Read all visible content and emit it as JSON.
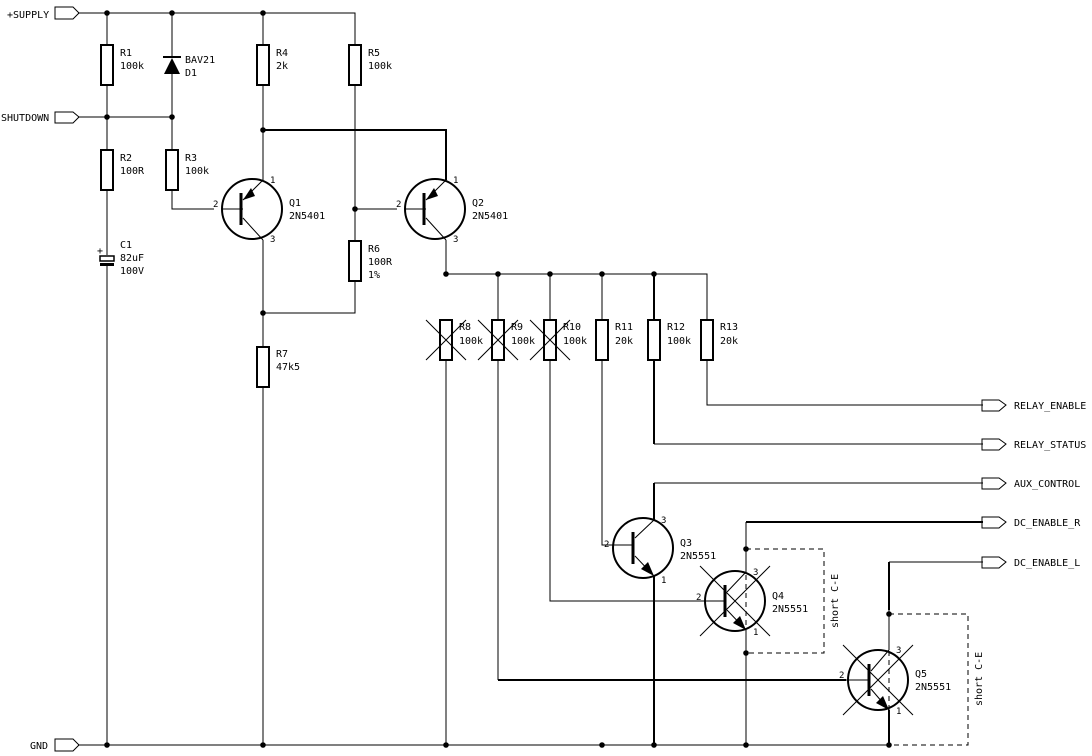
{
  "ports": {
    "supply": "+SUPPLY",
    "shutdown": "SHUTDOWN",
    "gnd": "GND",
    "relay_enable": "RELAY_ENABLE",
    "relay_status": "RELAY_STATUS",
    "aux_control": "AUX_CONTROL",
    "dc_enable_r": "DC_ENABLE_R",
    "dc_enable_l": "DC_ENABLE_L"
  },
  "resistors": {
    "r1": {
      "ref": "R1",
      "value": "100k"
    },
    "r2": {
      "ref": "R2",
      "value": "100R"
    },
    "r3": {
      "ref": "R3",
      "value": "100k"
    },
    "r4": {
      "ref": "R4",
      "value": "2k"
    },
    "r5": {
      "ref": "R5",
      "value": "100k"
    },
    "r6": {
      "ref": "R6",
      "value": "100R",
      "tol": "1%"
    },
    "r7": {
      "ref": "R7",
      "value": "47k5"
    },
    "r8": {
      "ref": "R8",
      "value": "100k"
    },
    "r9": {
      "ref": "R9",
      "value": "100k"
    },
    "r10": {
      "ref": "R10",
      "value": "100k"
    },
    "r11": {
      "ref": "R11",
      "value": "20k"
    },
    "r12": {
      "ref": "R12",
      "value": "100k"
    },
    "r13": {
      "ref": "R13",
      "value": "20k"
    }
  },
  "capacitor": {
    "ref": "C1",
    "value": "82uF",
    "voltage": "100V",
    "plus": "+"
  },
  "diode": {
    "ref": "D1",
    "part": "BAV21"
  },
  "transistors": {
    "q1": {
      "ref": "Q1",
      "part": "2N5401"
    },
    "q2": {
      "ref": "Q2",
      "part": "2N5401"
    },
    "q3": {
      "ref": "Q3",
      "part": "2N5551"
    },
    "q4": {
      "ref": "Q4",
      "part": "2N5551"
    },
    "q5": {
      "ref": "Q5",
      "part": "2N5551"
    }
  },
  "pins": {
    "one": "1",
    "two": "2",
    "three": "3"
  },
  "notes": {
    "short_ce": "short C-E"
  }
}
